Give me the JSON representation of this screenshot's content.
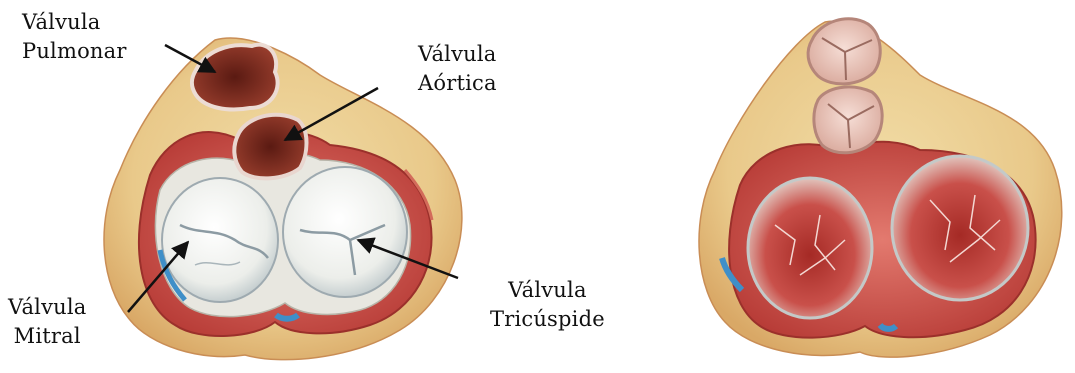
{
  "labels": {
    "pulmonar": [
      "Válvula",
      "Pulmonar"
    ],
    "aortica": [
      "Válvula",
      "Aórtica"
    ],
    "mitral": [
      "Válvula",
      "Mitral"
    ],
    "tricuspide": [
      "Válvula",
      "Tricúspide"
    ]
  },
  "colors": {
    "muscle": "#c9504a",
    "fat": "#e8cc86",
    "valve_leaflet": "#f2f2ee",
    "valve_shadow": "#a9b9c1",
    "opened_valve": "#7b2a1e",
    "chamber_interior": "#b8362e",
    "vessel": "#3f8fc8",
    "arrow": "#111111"
  }
}
